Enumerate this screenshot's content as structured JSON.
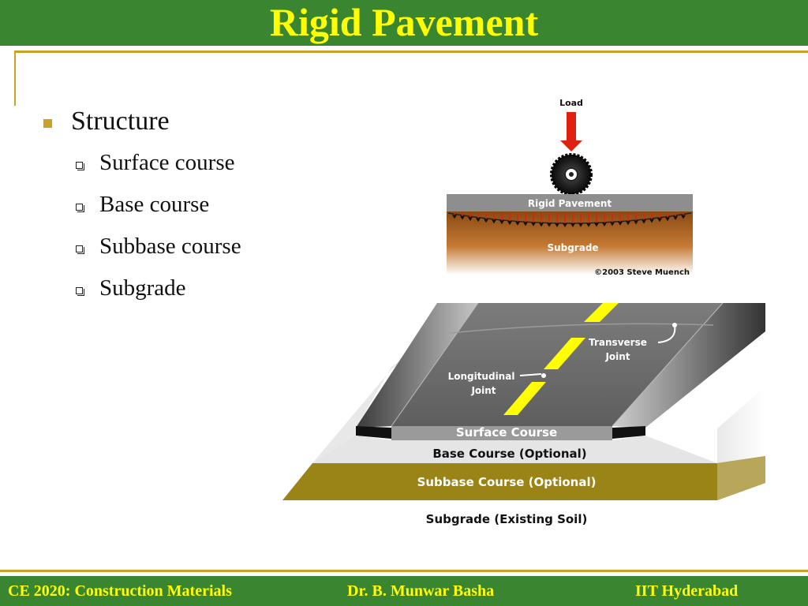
{
  "slide": {
    "title": "Rigid Pavement",
    "bullet": "Structure",
    "sub_bullets": [
      "Surface course",
      "Base course",
      "Subbase course",
      "Subgrade"
    ]
  },
  "figure_top": {
    "load_label": "Load",
    "slab_label": "Rigid Pavement",
    "subgrade_label": "Subgrade",
    "credit": "©2003  Steve Muench"
  },
  "figure_bottom": {
    "transverse_label_1": "Transverse",
    "transverse_label_2": "Joint",
    "longitudinal_label_1": "Longitudinal",
    "longitudinal_label_2": "Joint",
    "surface_label": "Surface Course",
    "base_label": "Base Course (Optional)",
    "subbase_label": "Subbase Course (Optional)",
    "subgrade_label": "Subgrade (Existing Soil)"
  },
  "footer": {
    "course": "CE 2020: Construction Materials",
    "instructor": "Dr. B. Munwar Basha",
    "institute": "IIT Hyderabad"
  },
  "colors": {
    "theme_green": "#3a8530",
    "title_yellow": "#ffff00",
    "accent_gold": "#c9a227",
    "subbase_olive": "#9a8418",
    "arrow_red": "#e02010"
  }
}
